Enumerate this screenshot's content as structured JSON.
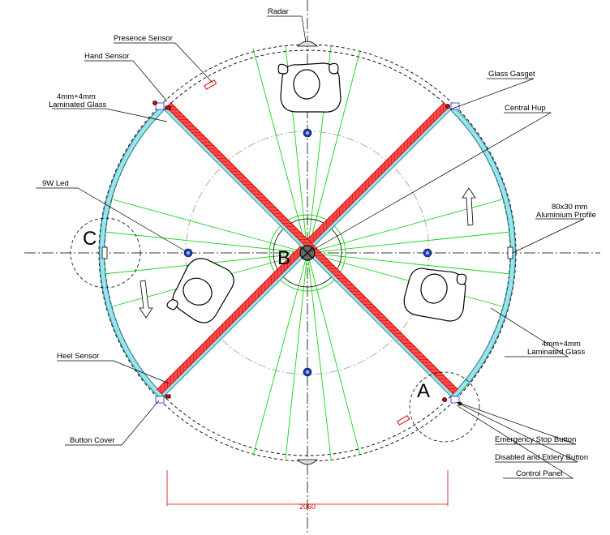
{
  "labels": {
    "radar": "Radar",
    "presence_sensor": "Presence Sensor",
    "hand_sensor": "Hand Sensor",
    "laminated_glass_left_1": "4mm+4mm",
    "laminated_glass_left_2": "Laminated Glass",
    "led": "9W Led",
    "heel_sensor": "Heel Sensor",
    "button_cover": "Button Cover",
    "glass_gasket": "Glass Gasget",
    "central_hub": "Central Hup",
    "profile_1": "80x30 mm",
    "profile_2": "Aluminium Profile",
    "laminated_glass_right_1": "4mm+4mm",
    "laminated_glass_right_2": "Laminated Glass",
    "emergency_stop": "Emergency Stop Button",
    "disabled_button": "Disabled and Eldery Button",
    "control_panel": "Control Panel"
  },
  "details": {
    "a": "A",
    "b": "B",
    "c": "C"
  },
  "dimension": {
    "width": "2060"
  },
  "colors": {
    "wing_fill": "#ff4a4a",
    "wing_edge": "#d00000",
    "glass_fill": "#9ce4ec",
    "glass_edge": "#1a7d8a",
    "guide_line": "#16d416",
    "led_fill": "#1f3fb0",
    "dimension": "#e00000",
    "drawing": "#000000"
  }
}
